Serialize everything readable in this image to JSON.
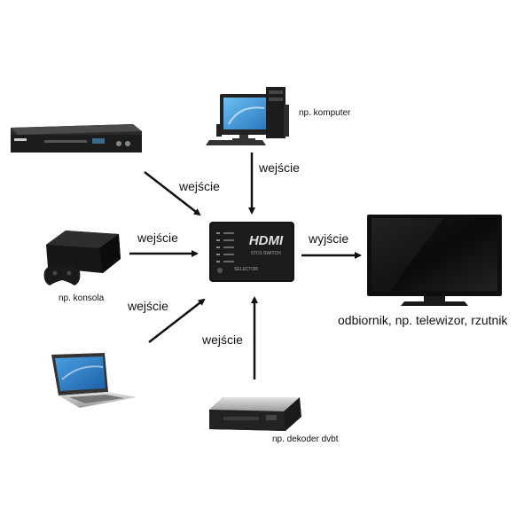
{
  "diagram": {
    "hub": {
      "logo": "HDMI",
      "subtitle": "5TO1 SWITCH",
      "selector": "SELECTOR"
    },
    "edges": [
      {
        "from": "dvd-player",
        "to": "hdmi-switch",
        "label": "wejście"
      },
      {
        "from": "computer",
        "to": "hdmi-switch",
        "label": "wejście"
      },
      {
        "from": "console",
        "to": "hdmi-switch",
        "label": "wejście"
      },
      {
        "from": "laptop",
        "to": "hdmi-switch",
        "label": "wejście"
      },
      {
        "from": "dvbt-decoder",
        "to": "hdmi-switch",
        "label": "wejście"
      },
      {
        "from": "hdmi-switch",
        "to": "television",
        "label": "wyjście"
      }
    ],
    "captions": {
      "computer": "np. komputer",
      "console": "np. konsola",
      "decoder": "np. dekoder dvbt",
      "tv": "odbiornik, np. telewizor, rzutnik"
    }
  }
}
